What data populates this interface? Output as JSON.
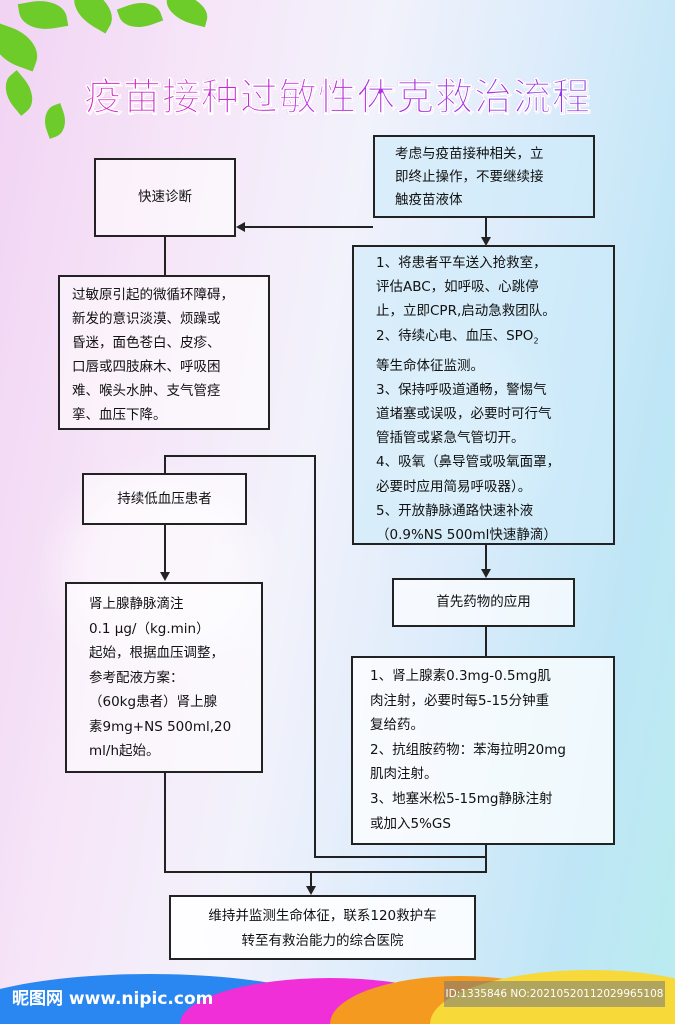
{
  "title": "疫苗接种过敏性休克救治流程",
  "boxes": {
    "quick_diagnosis": "快速诊断",
    "stop_vaccination": [
      "考虑与疫苗接种相关，立",
      "即终止操作，不要继续接",
      "触疫苗液体"
    ],
    "symptoms": [
      "过敏原引起的微循环障碍，",
      "新发的意识淡漠、烦躁或",
      "昏迷，面色苍白、皮疹、",
      "口唇或四肢麻木、呼吸困",
      "难、喉头水肿、支气管痉",
      "挛、血压下降。"
    ],
    "emergency_steps": [
      "1、将患者平车送入抢救室，",
      "评估ABC，如呼吸、心跳停",
      "止，立即CPR,启动急救团队。",
      "2、待续心电、血压、SPO",
      "等生命体征监测。",
      "3、保持呼吸道通畅，警惕气",
      "道堵塞或误吸，必要时可行气",
      "管插管或紧急气管切开。",
      "4、吸氧（鼻导管或吸氧面罩，",
      "必要时应用简易呼吸器）。",
      "5、开放静脉通路快速补液",
      "（0.9%NS 500ml快速静滴）"
    ],
    "spo2_subscript": "2",
    "persistent_hypotension": "持续低血压患者",
    "epinephrine_drip": [
      "肾上腺静脉滴注",
      "0.1 μg/（kg.min）",
      "起始，根据血压调整，",
      "参考配液方案：",
      "（60kg患者）肾上腺",
      "素9mg+NS 500ml,20",
      "ml/h起始。"
    ],
    "first_drugs": "首先药物的应用",
    "drug_list": [
      "1、肾上腺素0.3mg-0.5mg肌",
      "肉注射，必要时每5-15分钟重",
      "复给药。",
      "2、抗组胺药物：苯海拉明20mg",
      "肌肉注射。",
      "3、地塞米松5-15mg静脉注射",
      "或加入5%GS"
    ],
    "final": [
      "维持并监测生命体征，联系120救护车",
      "转至有救治能力的综合医院"
    ]
  },
  "footer": {
    "logo": "昵图网 www.nipic.com",
    "id": "ID:1335846 NO:20210520112029965108"
  }
}
